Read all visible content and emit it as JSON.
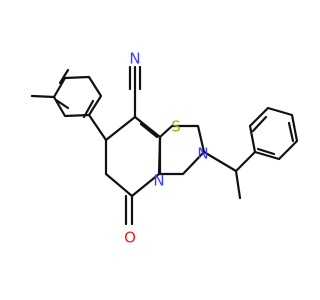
{
  "molecule": {
    "background_color": "#ffffff",
    "bond_color": "#111111",
    "atom_colors": {
      "N": "#3b3bff",
      "O": "#ff1a1a",
      "S": "#b8a400"
    },
    "atom_labels": {
      "nitrile_n": "N",
      "ring_sulfur": "S",
      "ring_nitrogen_upper": "N",
      "ring_nitrogen_lower": "N",
      "carbonyl_oxygen": "O"
    }
  }
}
